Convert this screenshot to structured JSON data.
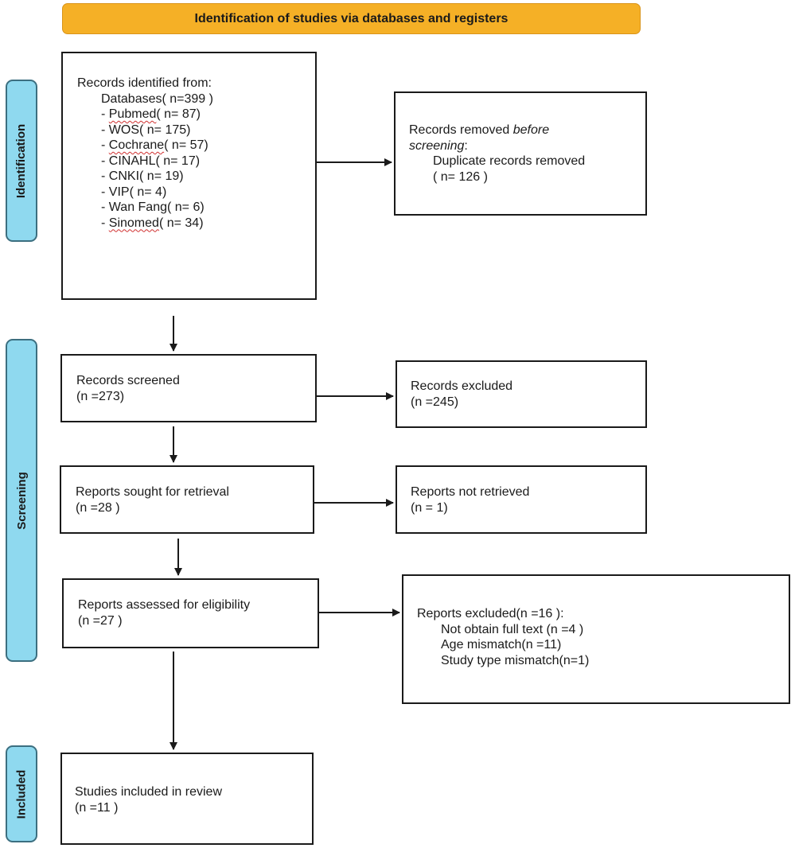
{
  "header": {
    "title": "Identification of studies via databases and registers"
  },
  "sides": {
    "identification": "Identification",
    "screening": "Screening",
    "included": "Included"
  },
  "identified": {
    "title": "Records identified from:",
    "databases": "Databases( n=399 )",
    "items": [
      {
        "prefix": "- ",
        "name": "Pubmed",
        "count": "( n= 87)"
      },
      {
        "prefix": "- ",
        "name": "WOS",
        "count": "( n= 175)"
      },
      {
        "prefix": "- ",
        "name": "Cochrane",
        "count": "( n= 57)"
      },
      {
        "prefix": "- ",
        "name": "CINAHL",
        "count": "( n= 17)"
      },
      {
        "prefix": "- ",
        "name": "CNKI",
        "count": "( n= 19)"
      },
      {
        "prefix": "- ",
        "name": "VIP",
        "count": "( n= 4)"
      },
      {
        "prefix": "- ",
        "name": "Wan Fang",
        "count": "( n= 6)"
      },
      {
        "prefix": "- ",
        "name": "Sinomed",
        "count": "( n= 34)"
      }
    ]
  },
  "removed": {
    "line1": "Records removed ",
    "line1_em": "before",
    "line2_em": "screening",
    "line2_colon": ":",
    "line3": "Duplicate records removed",
    "line4": "( n= 126 )"
  },
  "screened": {
    "line1": "Records screened",
    "line2": "(n =273)"
  },
  "excluded": {
    "line1": "Records excluded",
    "line2": "(n =245)"
  },
  "sought": {
    "line1": "Reports sought for retrieval",
    "line2": "(n =28 )"
  },
  "not_retrieved": {
    "line1": "Reports not retrieved",
    "line2": "(n = 1)"
  },
  "assessed": {
    "line1": "Reports assessed for eligibility",
    "line2": "(n =27 )"
  },
  "reports_excluded": {
    "title": "Reports excluded(n =16 ):",
    "items": [
      "Not obtain full text (n =4 )",
      "Age mismatch(n =11)",
      "Study type mismatch(n=1)"
    ]
  },
  "included": {
    "line1": "Studies included in review",
    "line2": "(n =11 )"
  }
}
